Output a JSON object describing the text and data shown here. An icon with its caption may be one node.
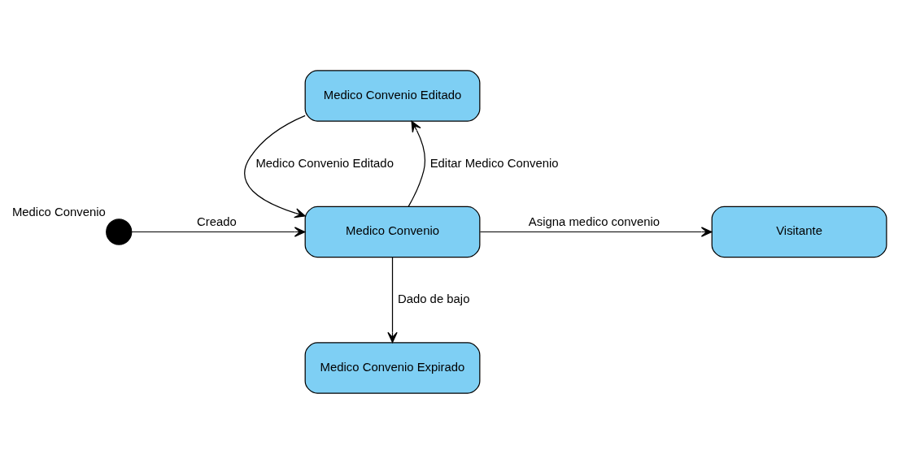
{
  "diagram": {
    "nodes": [
      {
        "text": [],
        "shape": "circle",
        "beside": [
          "Medico Convenio"
        ]
      },
      {
        "text": [
          "Medico Convenio Editado"
        ]
      },
      {
        "text": [
          "Medico Convenio"
        ]
      },
      {
        "text": [
          "Visitante"
        ]
      },
      {
        "text": [
          "Medico Convenio Expirado"
        ]
      }
    ],
    "edges": [
      {
        "from": 0,
        "to": 2,
        "arrow": "to",
        "label": "Creado"
      },
      {
        "from": 2,
        "to": 1,
        "arrow": "to",
        "label": "Editar Medico Convenio"
      },
      {
        "from": 1,
        "to": 2,
        "arrow": "to",
        "label": "Medico Convenio Editado"
      },
      {
        "from": 2,
        "to": 3,
        "arrow": "to",
        "label": "Asigna medico convenio"
      },
      {
        "from": 2,
        "to": 4,
        "arrow": "to",
        "label": "Dado de bajo"
      }
    ]
  }
}
